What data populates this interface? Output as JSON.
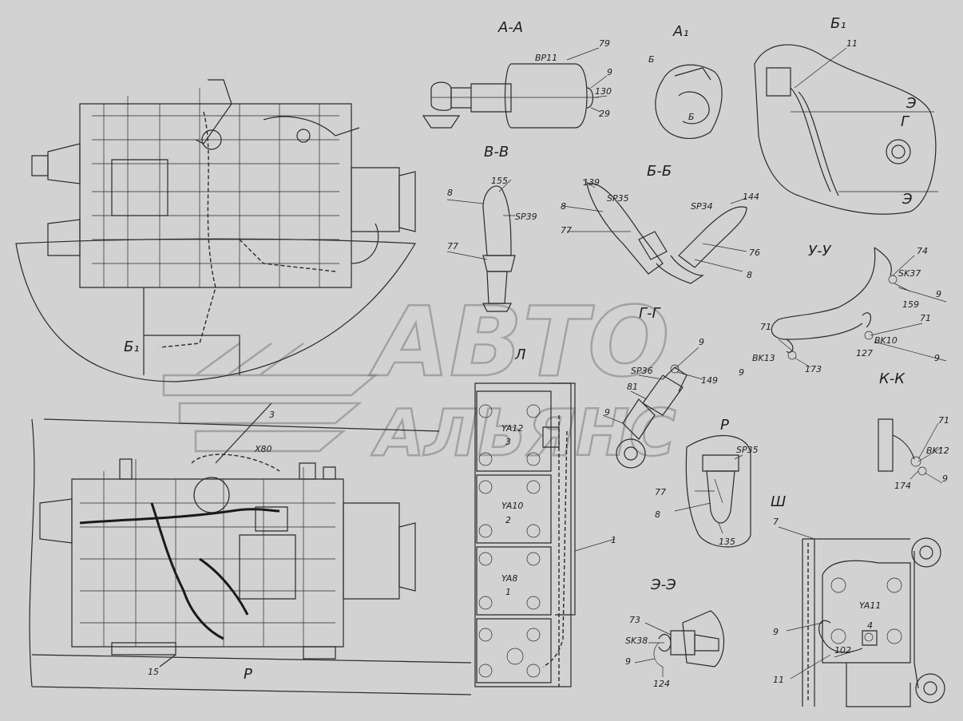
{
  "watermark": {
    "line1": "АВТО",
    "line2": "АЛЬЯНС"
  },
  "sections": {
    "aa": "А-А",
    "a1": "А₁",
    "b1_top": "Б₁",
    "vv": "В-В",
    "bb": "Б-Б",
    "uu": "У-У",
    "gg": "Г-Г",
    "kk": "К-К",
    "r": "Р",
    "ee": "Э-Э",
    "sh": "Ш",
    "b1_main": "Б₁"
  },
  "labels": {
    "bp11": "BP11",
    "n79": "79",
    "n9_aa": "9",
    "n130": "130",
    "n29": "29",
    "b_a1": "Б",
    "b_a1_2": "Б",
    "n11_b1": "11",
    "e1": "Э",
    "g1": "Г",
    "e2": "Э",
    "n8_vv": "8",
    "n155": "155",
    "sp39": "SP39",
    "n77_vv": "77",
    "n139": "139",
    "sp35": "SP35",
    "n8_bb": "8",
    "n77_bb": "77",
    "sp34": "SP34",
    "n144": "144",
    "n76": "76",
    "n8_bb2": "8",
    "n74": "74",
    "sk37": "SK37",
    "n159": "159",
    "n9_uu": "9",
    "n71_uu": "71",
    "n71_uu2": "71",
    "bk13": "BK13",
    "n173": "173",
    "n9_uu2": "9",
    "n127": "127",
    "bk10": "BK10",
    "n9_uu3": "9",
    "n9_gg": "9",
    "sp36": "SP36",
    "n149": "149",
    "n81": "81",
    "n9_gg2": "9",
    "l_mark": "Л",
    "ya12": "YA12",
    "n3": "3",
    "ya10": "YA10",
    "n2": "2",
    "ya8": "YA8",
    "n1": "1",
    "n1_lead": "1",
    "sp35_r": "SP35",
    "n77_r": "77",
    "n8_r": "8",
    "n135": "135",
    "n71_kk": "71",
    "bk12": "BK12",
    "n174": "174",
    "n9_kk": "9",
    "n73": "73",
    "sk38": "SK38",
    "n9_ee": "9",
    "n124": "124",
    "n7": "7",
    "ya11": "YA11",
    "n4": "4",
    "n9_sh": "9",
    "n102": "102",
    "n11_sh": "11",
    "x80": "X80",
    "n3_main": "3",
    "n15": "15",
    "p_main": "Р"
  }
}
